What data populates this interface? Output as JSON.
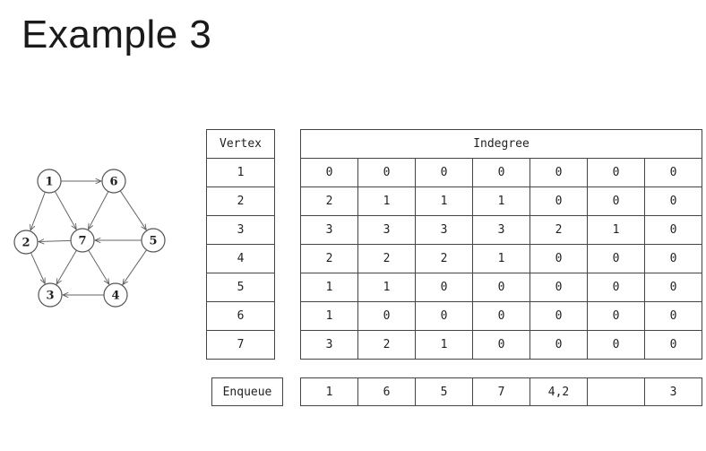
{
  "slide": {
    "title": "Example 3"
  },
  "graph": {
    "nodes": [
      "1",
      "6",
      "2",
      "7",
      "5",
      "3",
      "4"
    ],
    "edges": [
      [
        "1",
        "6"
      ],
      [
        "1",
        "2"
      ],
      [
        "1",
        "7"
      ],
      [
        "6",
        "7"
      ],
      [
        "6",
        "5"
      ],
      [
        "2",
        "3"
      ],
      [
        "7",
        "2"
      ],
      [
        "7",
        "3"
      ],
      [
        "7",
        "4"
      ],
      [
        "5",
        "7"
      ],
      [
        "5",
        "4"
      ],
      [
        "4",
        "3"
      ]
    ]
  },
  "vertex_table": {
    "header": "Vertex",
    "rows": [
      "1",
      "2",
      "3",
      "4",
      "5",
      "6",
      "7"
    ]
  },
  "indegree_table": {
    "header": "Indegree",
    "rows": [
      [
        "0",
        "0",
        "0",
        "0",
        "0",
        "0",
        "0"
      ],
      [
        "2",
        "1",
        "1",
        "1",
        "0",
        "0",
        "0"
      ],
      [
        "3",
        "3",
        "3",
        "3",
        "2",
        "1",
        "0"
      ],
      [
        "2",
        "2",
        "2",
        "1",
        "0",
        "0",
        "0"
      ],
      [
        "1",
        "1",
        "0",
        "0",
        "0",
        "0",
        "0"
      ],
      [
        "1",
        "0",
        "0",
        "0",
        "0",
        "0",
        "0"
      ],
      [
        "3",
        "2",
        "1",
        "0",
        "0",
        "0",
        "0"
      ]
    ]
  },
  "enqueue": {
    "label": "Enqueue",
    "values": [
      "1",
      "6",
      "5",
      "7",
      "4,2",
      "",
      "3"
    ]
  }
}
